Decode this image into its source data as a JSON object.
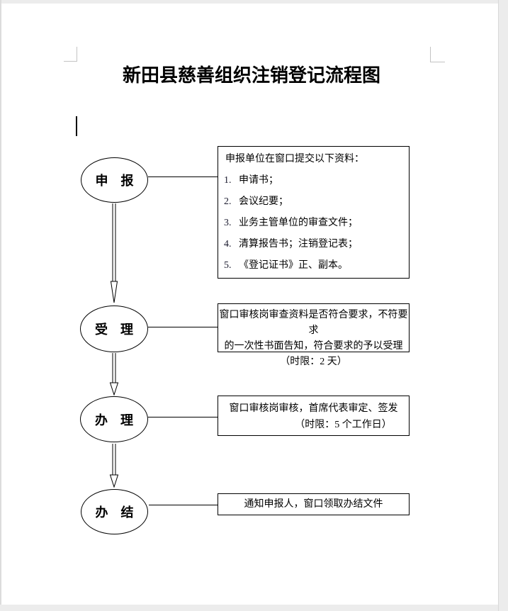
{
  "doc": {
    "title": "新田县慈善组织注销登记流程图"
  },
  "flow": {
    "steps": [
      {
        "label": "申　报"
      },
      {
        "label": "受　理"
      },
      {
        "label": "办　理"
      },
      {
        "label": "办　结"
      }
    ],
    "box1": {
      "header": "申报单位在窗口提交以下资料：",
      "items": [
        {
          "num": "1.",
          "text": "申请书；"
        },
        {
          "num": "2.",
          "text": "会议纪要；"
        },
        {
          "num": "3.",
          "text": "业务主管单位的审查文件；"
        },
        {
          "num": "4.",
          "text": "清算报告书；注销登记表；"
        },
        {
          "num": "5.",
          "text": "《登记证书》正、副本。"
        }
      ]
    },
    "box2": {
      "lines": [
        "窗口审核岗审查资料是否符合要求，不符要求",
        "的一次性书面告知，符合要求的予以受理",
        "（时限：2 天）"
      ]
    },
    "box3": {
      "lines": [
        "窗口审核岗审核，首席代表审定、签发",
        "（时限：5 个工作日）"
      ]
    },
    "box4": {
      "text": "通知申报人，窗口领取办结文件"
    }
  },
  "colors": {
    "text": "#000000",
    "line": "#000000",
    "crop_mark": "#c3c3c3",
    "window_edge": "#ececec"
  }
}
